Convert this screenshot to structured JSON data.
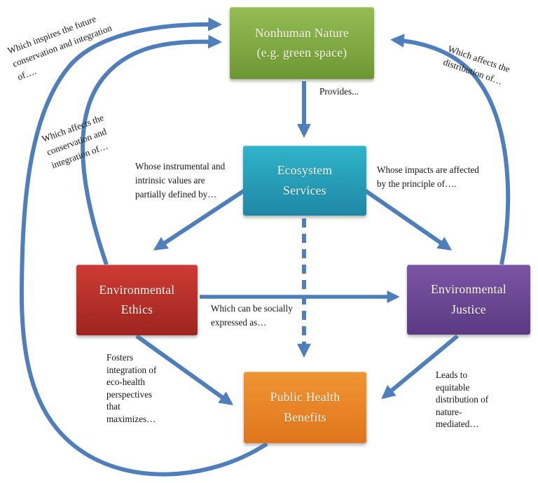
{
  "arrow_color": "#4e7fbc",
  "boxes": {
    "nonhuman_nature": {
      "lines": [
        "Nonhuman Nature",
        "(e.g. green space)"
      ],
      "color_top": "#95bd55",
      "color_bottom": "#6d9733"
    },
    "ecosystem_services": {
      "lines": [
        "Ecosystem",
        "Services"
      ],
      "color_top": "#30b4cb",
      "color_bottom": "#1f87a5"
    },
    "environmental_ethics": {
      "lines": [
        "Environmental",
        "Ethics"
      ],
      "color_top": "#cd3b34",
      "color_bottom": "#9f2420"
    },
    "environmental_justice": {
      "lines": [
        "Environmental",
        "Justice"
      ],
      "color_top": "#7d55a5",
      "color_bottom": "#5b3a82"
    },
    "public_health_benefits": {
      "lines": [
        "Public Health",
        "Benefits"
      ],
      "color_top": "#f09433",
      "color_bottom": "#e0761c"
    }
  },
  "edge_labels": {
    "inspires": {
      "lines": [
        "Which inspires the future",
        "conservation and integration",
        "of…."
      ]
    },
    "affects_conservation": {
      "lines": [
        "Which affects the",
        "conservation and",
        "integration of…"
      ]
    },
    "distribution": {
      "lines": [
        "Which affects the",
        "distribution of…"
      ]
    },
    "provides": {
      "lines": [
        "Provides..."
      ]
    },
    "instrumental": {
      "lines": [
        "Whose instrumental and",
        "intrinsic values are",
        "partially defined by…"
      ]
    },
    "impacts": {
      "lines": [
        "Whose impacts are affected",
        "by the principle of…."
      ]
    },
    "socially": {
      "lines": [
        "Which can be socially",
        "expressed as…"
      ]
    },
    "fosters": {
      "lines": [
        "Fosters",
        "integration of",
        "eco-health",
        "perspectives",
        "that",
        "maximizes…"
      ]
    },
    "leads": {
      "lines": [
        "Leads to",
        "equitable",
        "distribution of",
        "nature-",
        "mediated…"
      ]
    }
  }
}
